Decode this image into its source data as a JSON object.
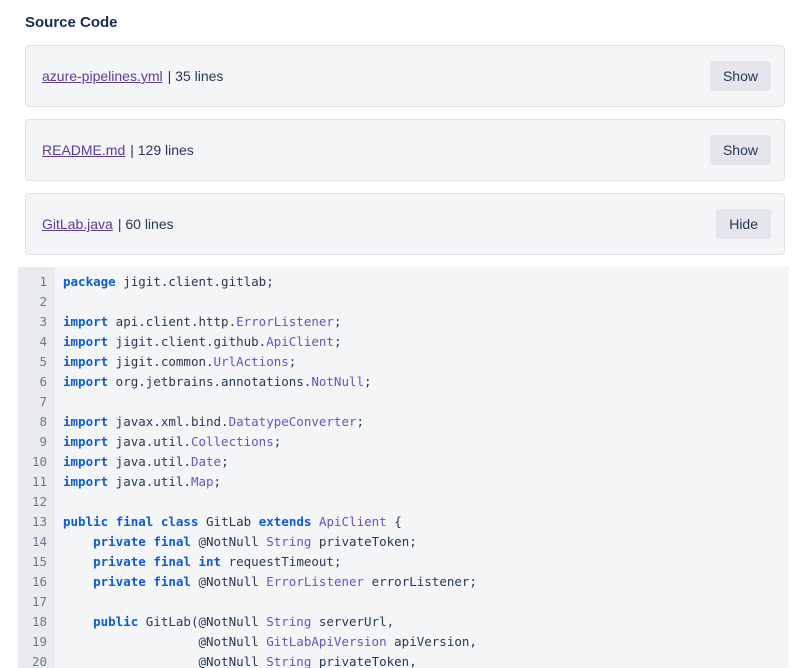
{
  "page": {
    "title": "Source Code"
  },
  "colors": {
    "link_purple": "#5e3a98",
    "keyword_blue": "#0b5cd7",
    "type_purple": "#6554c0",
    "code_plain": "#253858",
    "line_number_gray": "#6b778c",
    "panel_bg": "#f4f5f7",
    "gutter_bg": "#e9ebef",
    "button_bg": "#e4e6ec"
  },
  "files": [
    {
      "name": "azure-pipelines.yml",
      "meta": "| 35 lines",
      "button": "Show",
      "expanded": false
    },
    {
      "name": "README.md",
      "meta": "| 129 lines",
      "button": "Show",
      "expanded": false
    },
    {
      "name": "GitLab.java",
      "meta": "| 60 lines",
      "button": "Hide",
      "expanded": true
    }
  ],
  "code": {
    "file": "GitLab.java",
    "language": "java",
    "lines": [
      {
        "n": "1",
        "tokens": [
          [
            "kw",
            "package"
          ],
          [
            "pl",
            " jigit.client.gitlab;"
          ]
        ]
      },
      {
        "n": "2",
        "tokens": []
      },
      {
        "n": "3",
        "tokens": [
          [
            "kw",
            "import"
          ],
          [
            "pl",
            " api.client.http."
          ],
          [
            "ty",
            "ErrorListener"
          ],
          [
            "pl",
            ";"
          ]
        ]
      },
      {
        "n": "4",
        "tokens": [
          [
            "kw",
            "import"
          ],
          [
            "pl",
            " jigit.client.github."
          ],
          [
            "ty",
            "ApiClient"
          ],
          [
            "pl",
            ";"
          ]
        ]
      },
      {
        "n": "5",
        "tokens": [
          [
            "kw",
            "import"
          ],
          [
            "pl",
            " jigit.common."
          ],
          [
            "ty",
            "UrlActions"
          ],
          [
            "pl",
            ";"
          ]
        ]
      },
      {
        "n": "6",
        "tokens": [
          [
            "kw",
            "import"
          ],
          [
            "pl",
            " org.jetbrains.annotations."
          ],
          [
            "ty",
            "NotNull"
          ],
          [
            "pl",
            ";"
          ]
        ]
      },
      {
        "n": "7",
        "tokens": []
      },
      {
        "n": "8",
        "tokens": [
          [
            "kw",
            "import"
          ],
          [
            "pl",
            " javax.xml.bind."
          ],
          [
            "ty",
            "DatatypeConverter"
          ],
          [
            "pl",
            ";"
          ]
        ]
      },
      {
        "n": "9",
        "tokens": [
          [
            "kw",
            "import"
          ],
          [
            "pl",
            " java.util."
          ],
          [
            "ty",
            "Collections"
          ],
          [
            "pl",
            ";"
          ]
        ]
      },
      {
        "n": "10",
        "tokens": [
          [
            "kw",
            "import"
          ],
          [
            "pl",
            " java.util."
          ],
          [
            "ty",
            "Date"
          ],
          [
            "pl",
            ";"
          ]
        ]
      },
      {
        "n": "11",
        "tokens": [
          [
            "kw",
            "import"
          ],
          [
            "pl",
            " java.util."
          ],
          [
            "ty",
            "Map"
          ],
          [
            "pl",
            ";"
          ]
        ]
      },
      {
        "n": "12",
        "tokens": []
      },
      {
        "n": "13",
        "tokens": [
          [
            "kw",
            "public"
          ],
          [
            "pl",
            " "
          ],
          [
            "kw",
            "final"
          ],
          [
            "pl",
            " "
          ],
          [
            "kw",
            "class"
          ],
          [
            "pl",
            " GitLab "
          ],
          [
            "kw",
            "extends"
          ],
          [
            "pl",
            " "
          ],
          [
            "ty",
            "ApiClient"
          ],
          [
            "pl",
            " {"
          ]
        ]
      },
      {
        "n": "14",
        "tokens": [
          [
            "pl",
            "    "
          ],
          [
            "kw",
            "private"
          ],
          [
            "pl",
            " "
          ],
          [
            "kw",
            "final"
          ],
          [
            "pl",
            " @NotNull "
          ],
          [
            "ty",
            "String"
          ],
          [
            "pl",
            " privateToken;"
          ]
        ]
      },
      {
        "n": "15",
        "tokens": [
          [
            "pl",
            "    "
          ],
          [
            "kw",
            "private"
          ],
          [
            "pl",
            " "
          ],
          [
            "kw",
            "final"
          ],
          [
            "pl",
            " "
          ],
          [
            "kw",
            "int"
          ],
          [
            "pl",
            " requestTimeout;"
          ]
        ]
      },
      {
        "n": "16",
        "tokens": [
          [
            "pl",
            "    "
          ],
          [
            "kw",
            "private"
          ],
          [
            "pl",
            " "
          ],
          [
            "kw",
            "final"
          ],
          [
            "pl",
            " @NotNull "
          ],
          [
            "ty",
            "ErrorListener"
          ],
          [
            "pl",
            " errorListener;"
          ]
        ]
      },
      {
        "n": "17",
        "tokens": []
      },
      {
        "n": "18",
        "tokens": [
          [
            "pl",
            "    "
          ],
          [
            "kw",
            "public"
          ],
          [
            "pl",
            " GitLab(@NotNull "
          ],
          [
            "ty",
            "String"
          ],
          [
            "pl",
            " serverUrl,"
          ]
        ]
      },
      {
        "n": "19",
        "tokens": [
          [
            "pl",
            "                  @NotNull "
          ],
          [
            "ty",
            "GitLabApiVersion"
          ],
          [
            "pl",
            " apiVersion,"
          ]
        ]
      },
      {
        "n": "20",
        "tokens": [
          [
            "pl",
            "                  @NotNull "
          ],
          [
            "ty",
            "String"
          ],
          [
            "pl",
            " privateToken,"
          ]
        ]
      }
    ]
  }
}
